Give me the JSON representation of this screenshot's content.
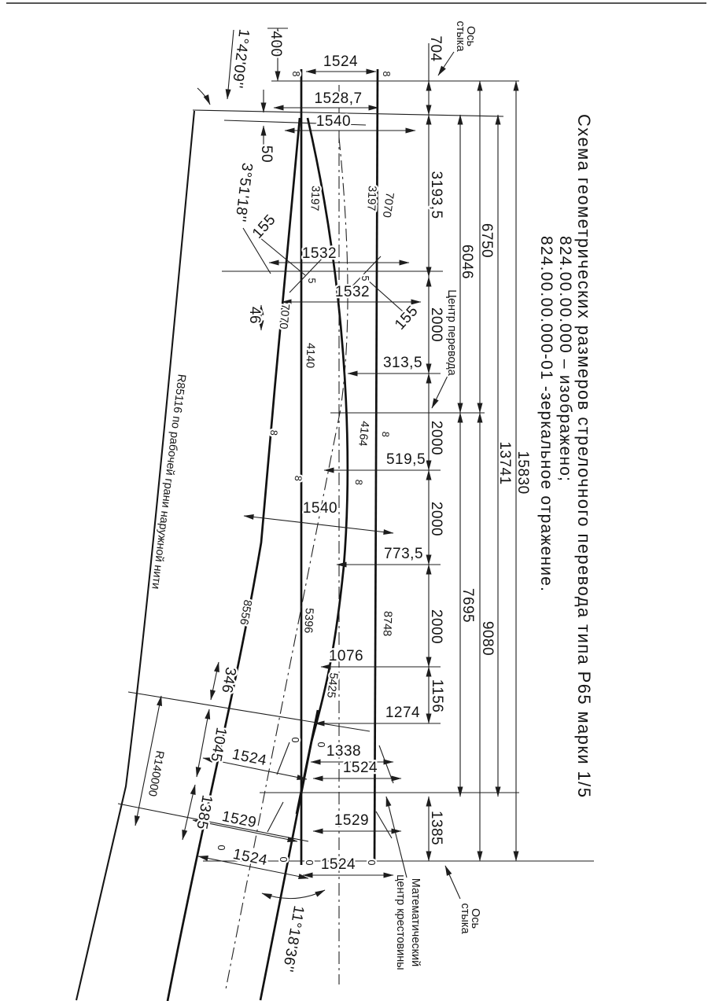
{
  "drawing": {
    "title_line1": "Схема геометрических размеров стрелочного перевода типа Р65 марки 1/5",
    "title_line2": "824.00.00.000   – изображено;",
    "title_line3": "824.00.00.000-01 -зеркальное отражение."
  },
  "labels": {
    "axis_word1": "Ось",
    "axis_word2": "стыка",
    "turnout_center": "Центр перевода",
    "frog_word1": "Математический",
    "frog_word2": "центр крестовины",
    "outer_radius": "R85116 по рабочей грани наружной нити",
    "frog_radius": "R140000"
  },
  "angles": {
    "initial_bend": "1°42'09''",
    "switch": "3°51'18''",
    "crossing": "11°18'36''"
  },
  "dims": {
    "v1524": "1524",
    "v1528_7": "1528,7",
    "v1540": "1540",
    "v1532": "1532",
    "v155": "155",
    "v50": "50",
    "v400": "400",
    "v46": "46",
    "v704": "704",
    "v3193_5": "3193,5",
    "v2000": "2000",
    "v1156": "1156",
    "v1385": "1385",
    "v6046": "6046",
    "v6750": "6750",
    "v7695": "7695",
    "v9080": "9080",
    "v13741": "13741",
    "v15830": "15830",
    "v313_5": "313,5",
    "v519_5": "519,5",
    "v773_5": "773,5",
    "v1076": "1076",
    "v1274": "1274",
    "v1338": "1338",
    "v1529": "1529",
    "v346": "346",
    "v1045": "1045"
  },
  "rail_lengths": {
    "l3197": "3197",
    "l7070": "7070",
    "l4140": "4140",
    "l4164": "4164",
    "l8556": "8556",
    "l5396": "5396",
    "l5425": "5425",
    "l8748": "8748"
  },
  "joint_gaps": {
    "g8": "8",
    "g5": "5",
    "g0": "0"
  }
}
